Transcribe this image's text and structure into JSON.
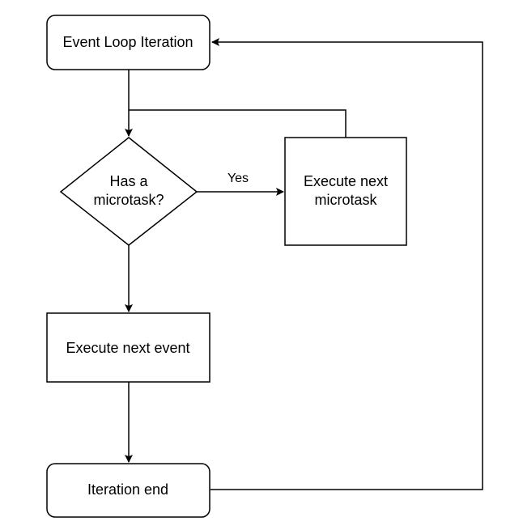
{
  "diagram": {
    "colors": {
      "stroke": "#000000",
      "fill": "#ffffff",
      "text": "#000000"
    },
    "nodes": {
      "start": {
        "label": "Event Loop Iteration",
        "shape": "rounded-rectangle"
      },
      "decision": {
        "line1": "Has a",
        "line2": "microtask?",
        "shape": "diamond"
      },
      "microtask": {
        "line1": "Execute next",
        "line2": "microtask",
        "shape": "rectangle"
      },
      "event": {
        "label": "Execute next event",
        "shape": "rectangle"
      },
      "end": {
        "label": "Iteration end",
        "shape": "rounded-rectangle"
      }
    },
    "edges": {
      "yes_label": "Yes"
    }
  }
}
